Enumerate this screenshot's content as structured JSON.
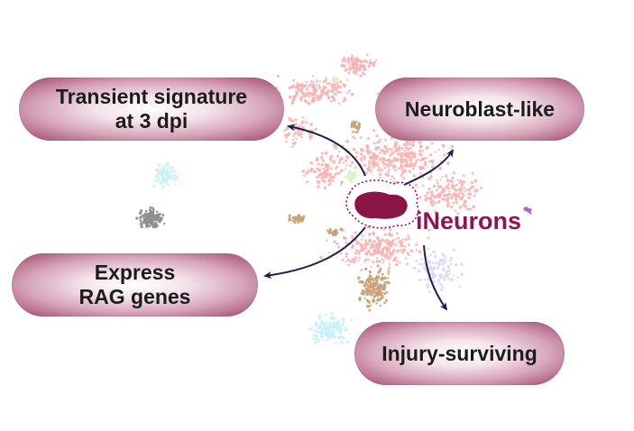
{
  "labels": {
    "transient": "Transient signature\nat 3 dpi",
    "neuroblast": "Neuroblast-like",
    "rag": "Express\nRAG genes",
    "injury": "Injury-surviving",
    "ineurons": "iNeurons"
  },
  "colors": {
    "pill_dark": "#9b4a6d",
    "pill_light": "#ffffff",
    "ineurons": "#8e1552",
    "arrow": "#1f1f4e",
    "cluster_main": "#f7b3b3",
    "cluster_tan": "#c8a174",
    "cluster_cyan": "#c9f1f6",
    "cluster_gray": "#8f8f8f",
    "cluster_lavender": "#d6dcf7",
    "cluster_green": "#d8f3c8",
    "cluster_purple": "#b35bd6"
  }
}
